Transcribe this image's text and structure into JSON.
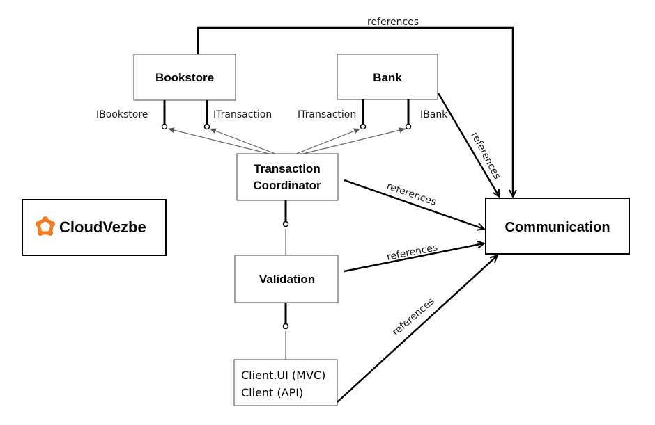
{
  "logo": {
    "brand_name": "CloudVezbe",
    "brand_color": "#f47c20",
    "icon": "cloudvezbe-logo-icon"
  },
  "components": {
    "bookstore": "Bookstore",
    "bank": "Bank",
    "transaction_coordinator_line1": "Transaction",
    "transaction_coordinator_line2": "Coordinator",
    "validation": "Validation",
    "client_line1": "Client.UI (MVC)",
    "client_line2": "Client (API)",
    "communication": "Communication"
  },
  "interfaces": {
    "ibookstore": "IBookstore",
    "itransaction_bookstore": "ITransaction",
    "itransaction_bank": "ITransaction",
    "ibank": "IBank"
  },
  "relations": {
    "bookstore_to_communication": "references",
    "bank_to_communication": "references",
    "coordinator_to_communication": "references",
    "validation_to_communication": "references",
    "client_to_communication": "references"
  }
}
